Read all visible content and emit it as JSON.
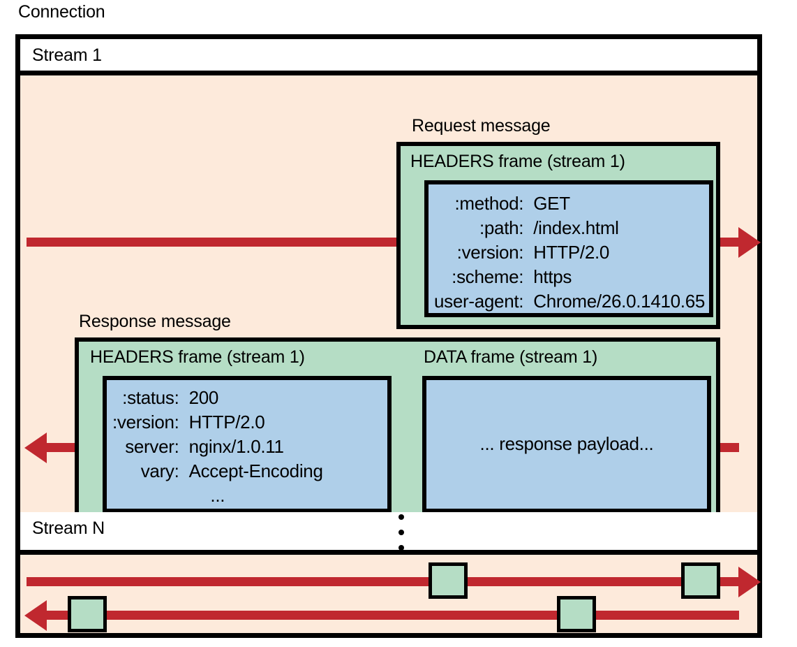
{
  "diagram": {
    "caption": "Connection",
    "type": "http2-connection-streams"
  },
  "streams": [
    {
      "id": "stream-1",
      "label": "Stream 1"
    },
    {
      "id": "stream-n",
      "label": "Stream N"
    }
  ],
  "ellipsis_between_streams": "⋮",
  "messages": {
    "request": {
      "group_label": "Request message",
      "frames": [
        {
          "title": "HEADERS frame (stream 1)",
          "type": "HEADERS",
          "stream": "1",
          "headers": [
            {
              "key": ":method:",
              "value": "GET"
            },
            {
              "key": ":path:",
              "value": "/index.html"
            },
            {
              "key": ":version:",
              "value": "HTTP/2.0"
            },
            {
              "key": ":scheme:",
              "value": "https"
            },
            {
              "key": "user-agent:",
              "value": "Chrome/26.0.1410.65"
            }
          ]
        }
      ]
    },
    "response": {
      "group_label": "Response message",
      "frames": [
        {
          "title": "HEADERS frame (stream 1)",
          "type": "HEADERS",
          "stream": "1",
          "headers": [
            {
              "key": ":status:",
              "value": "200"
            },
            {
              "key": ":version:",
              "value": "HTTP/2.0"
            },
            {
              "key": "server:",
              "value": "nginx/1.0.11"
            },
            {
              "key": "vary:",
              "value": "Accept-Encoding"
            }
          ],
          "more_indicator": "..."
        },
        {
          "title": "DATA frame (stream 1)",
          "type": "DATA",
          "stream": "1",
          "payload_text": "... response payload..."
        }
      ]
    }
  },
  "colors": {
    "background": "#fdeadb",
    "frame_green": "#b5ddc5",
    "payload_blue": "#afcfe9",
    "arrow_red": "#c0282f",
    "stroke": "#000000",
    "band_white": "#ffffff"
  }
}
